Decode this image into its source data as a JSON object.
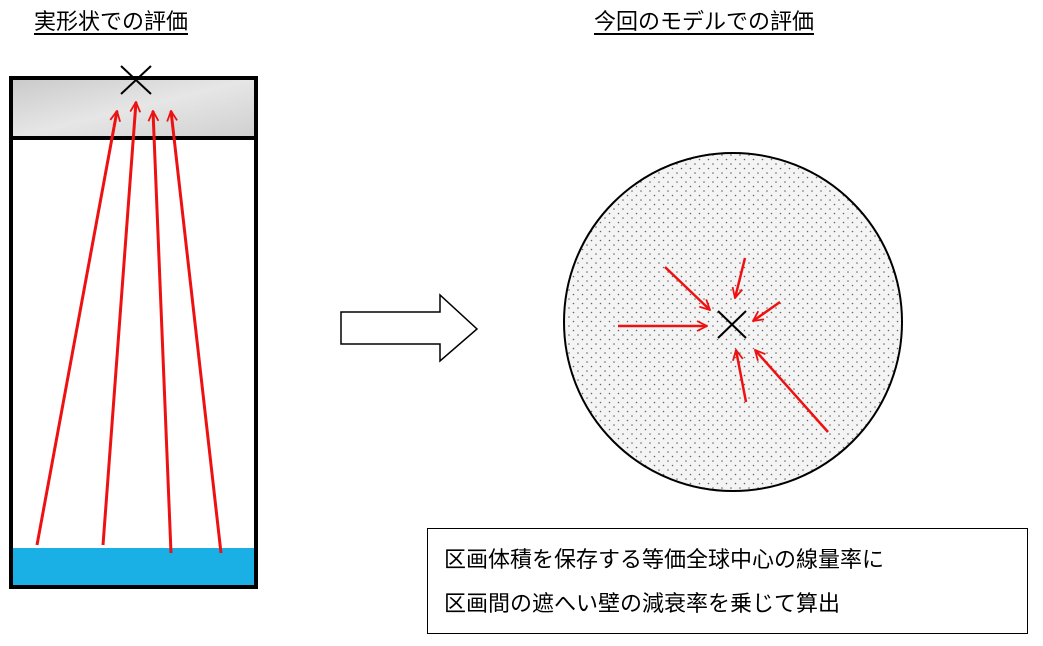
{
  "left_panel": {
    "title": "実形状での評価"
  },
  "right_panel": {
    "title": "今回のモデルでの評価"
  },
  "note": {
    "line1": "区画体積を保存する等価全球中心の線量率に",
    "line2": "区画間の遮へい壁の減衰率を乗じて算出"
  },
  "colors": {
    "arrow": "#ee1111",
    "source_pool": "#1ab0e6",
    "wall_concrete": "#d8d8d8",
    "outline": "#000000",
    "sphere_fill": "#f4f4f4"
  },
  "icons": {
    "evaluation_point": "x-mark",
    "transition": "hollow-right-arrow"
  }
}
